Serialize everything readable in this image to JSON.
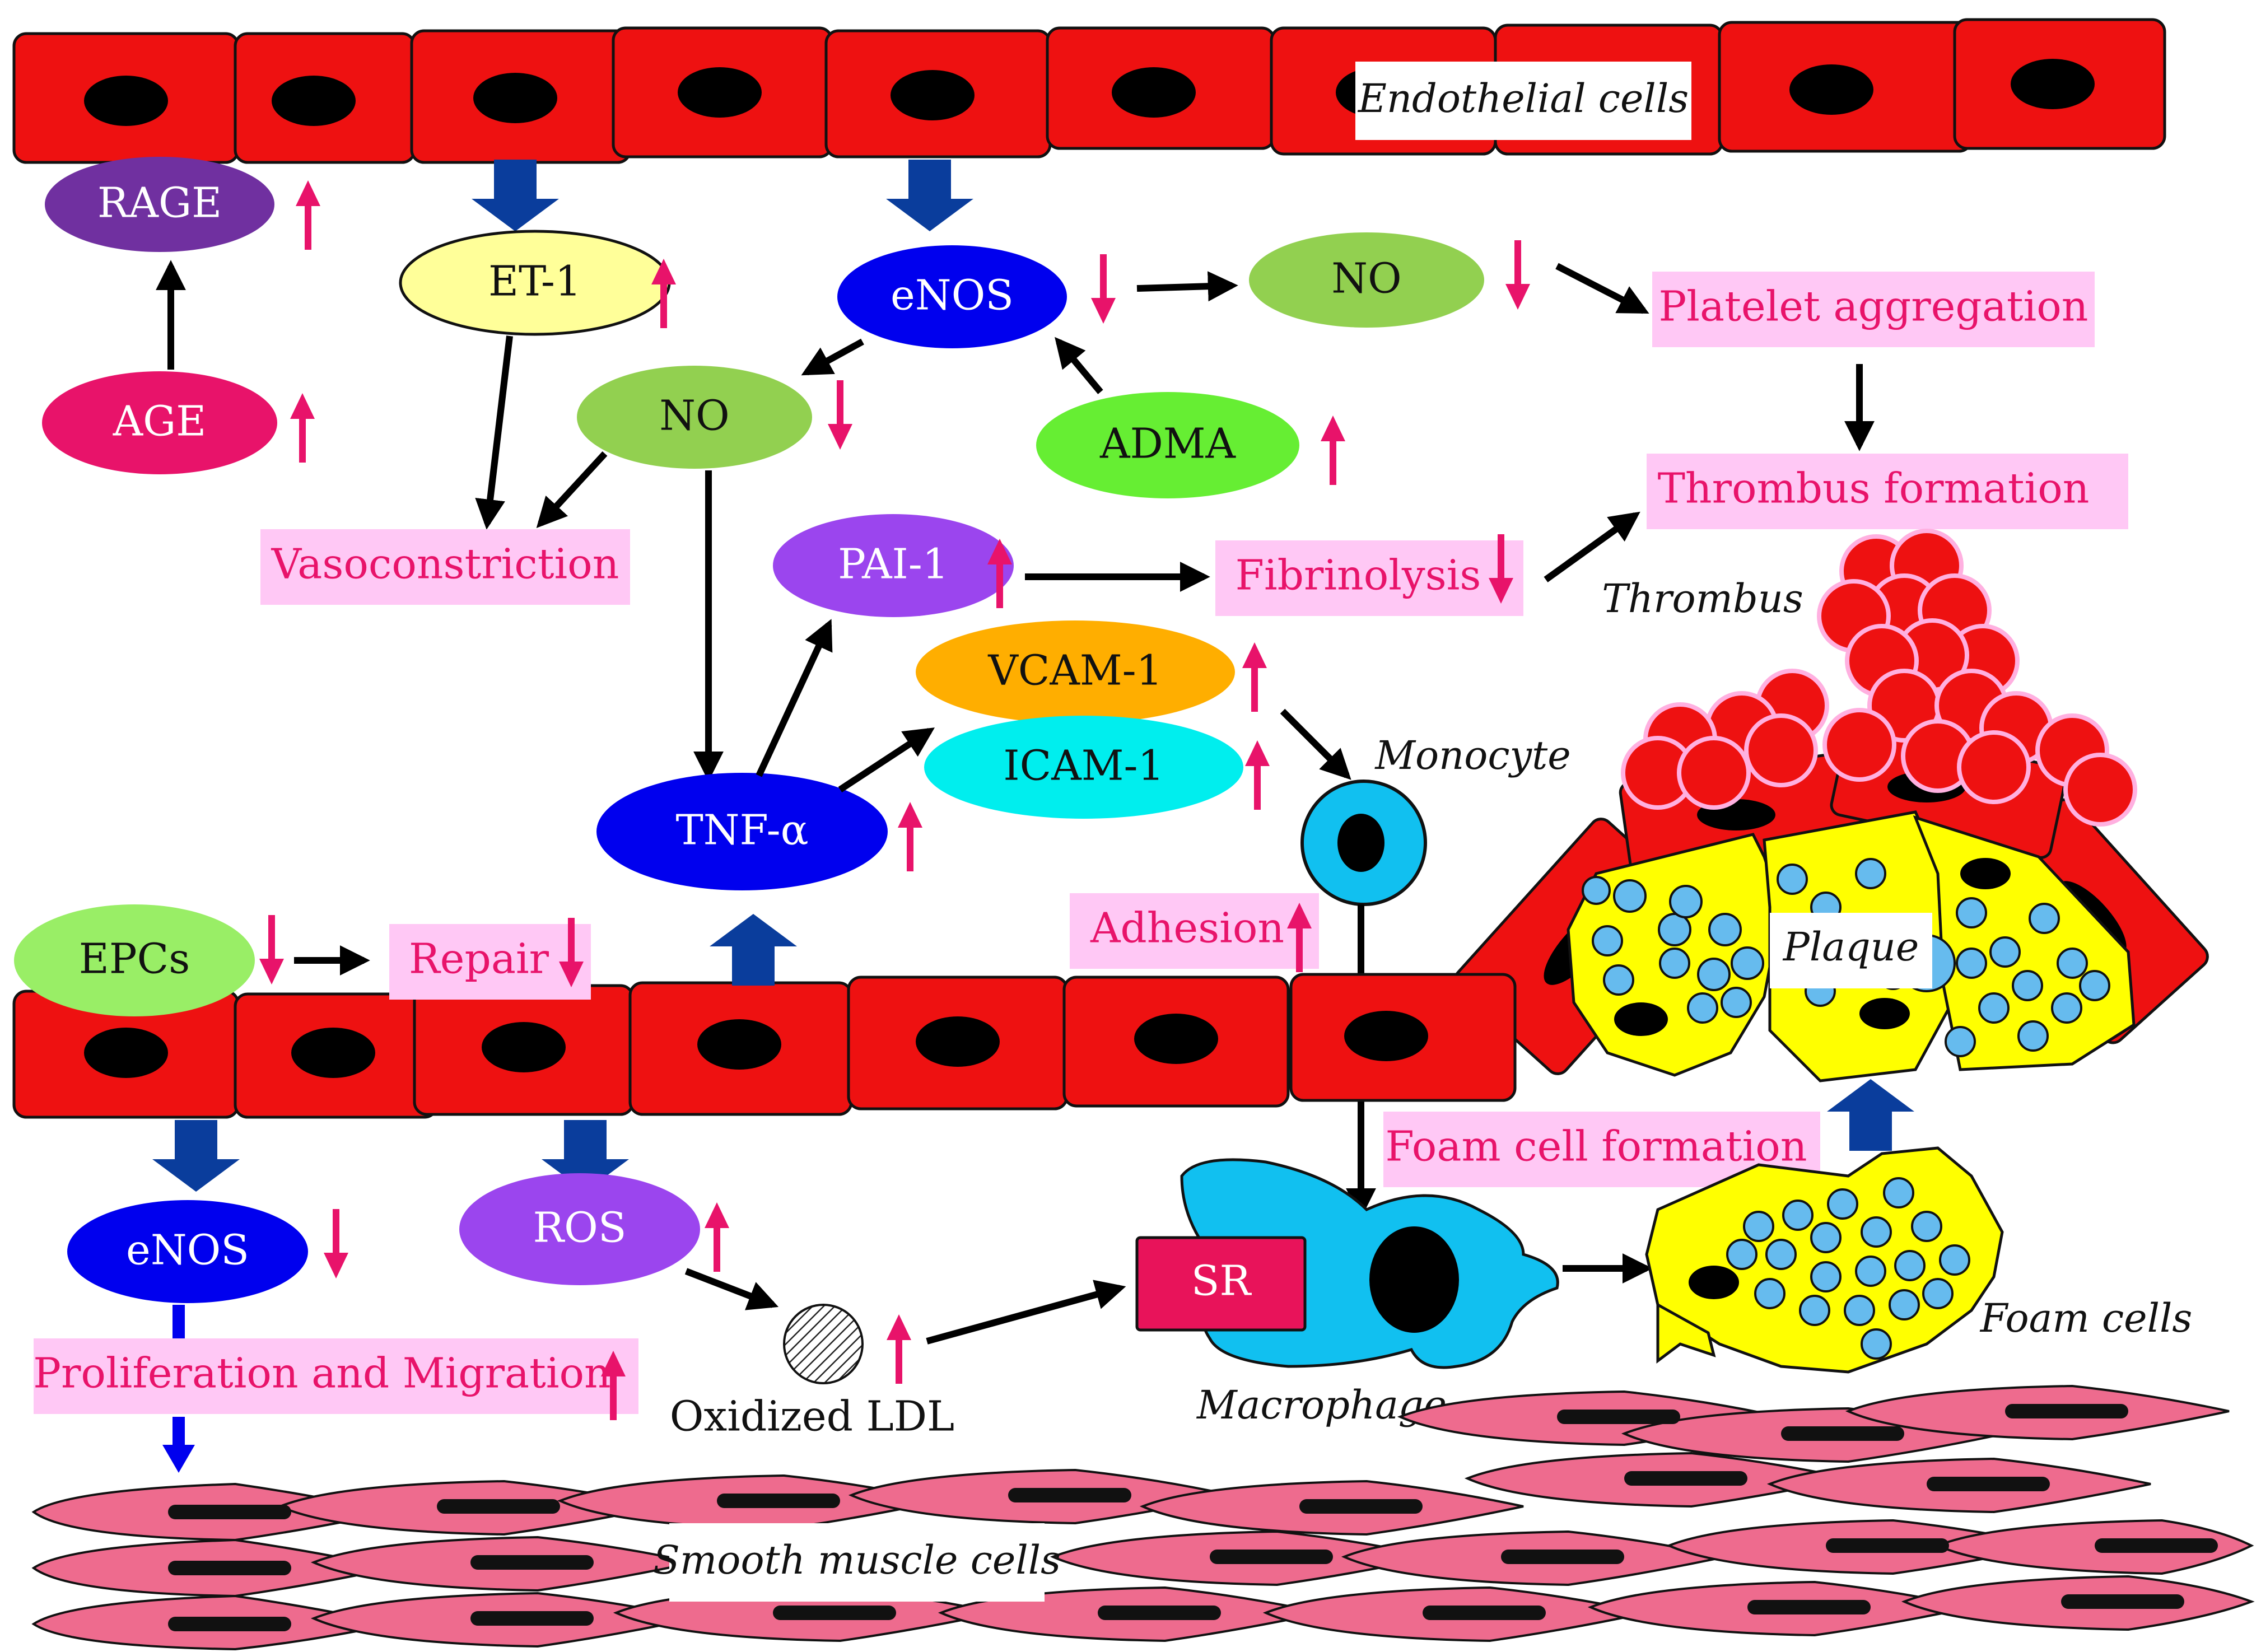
{
  "labels": {
    "endothelial_cells": "Endothelial cells",
    "smooth_muscle_cells": "Smooth muscle cells",
    "thrombus": "Thrombus",
    "monocyte": "Monocyte",
    "plaque": "Plaque",
    "macrophage": "Macrophage",
    "foam_cells": "Foam cells",
    "oxidized_ldl": "Oxidized LDL"
  },
  "molecules": {
    "rage": "RAGE",
    "age": "AGE",
    "et1": "ET-1",
    "enos_top": "eNOS",
    "no_right": "NO",
    "no_left": "NO",
    "adma": "ADMA",
    "pai1": "PAI-1",
    "vcam1": "VCAM-1",
    "icam1": "ICAM-1",
    "tnfa": "TNF-α",
    "epcs": "EPCs",
    "enos_bottom": "eNOS",
    "ros": "ROS",
    "sr": "SR"
  },
  "effects": {
    "vasoconstriction": "Vasoconstriction",
    "platelet_aggregation": "Platelet aggregation",
    "thrombus_formation": "Thrombus formation",
    "fibrinolysis": "Fibrinolysis",
    "adhesion": "Adhesion",
    "repair": "Repair",
    "foam_cell_formation": "Foam cell formation",
    "proliferation_migration": "Proliferation and Migration"
  },
  "colors": {
    "endothelium": "#ee1111",
    "nucleus": "#000000",
    "big_arrow": "#0a3d9c",
    "change_arrow": "#e8136a",
    "effect_box": "#ffc8f5",
    "effect_text": "#e8136a",
    "rage": "#7030a0",
    "age": "#e8136a",
    "et1": "#ffff99",
    "enos": "#0000ee",
    "no": "#92d050",
    "adma": "#66ee33",
    "pai1": "#9b45ee",
    "vcam1": "#ffae00",
    "icam1": "#00eeee",
    "tnfa": "#0000ee",
    "epcs": "#99ee66",
    "ros": "#9b45ee",
    "sr": "#e8135a",
    "macrophage": "#11c0f0",
    "foam": "#ffff00",
    "lipid": "#66bbee",
    "smc": "#ee6b8e",
    "platelet": "#ee1111"
  }
}
